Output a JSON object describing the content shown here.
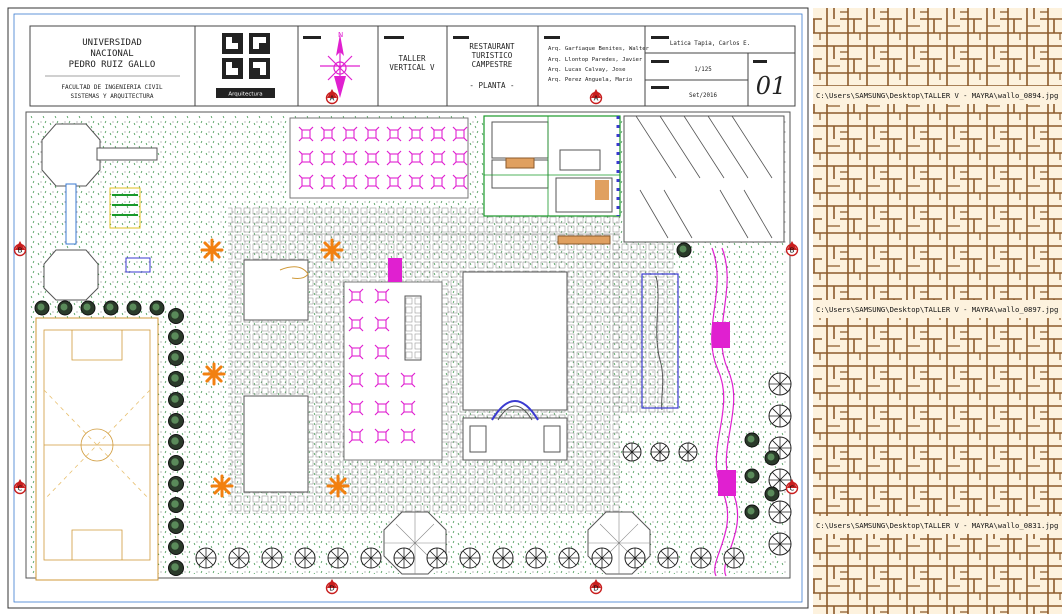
{
  "title_block": {
    "university_line1": "UNIVERSIDAD",
    "university_line2": "NACIONAL",
    "university_line3": "PEDRO RUIZ GALLO",
    "faculty_line1": "FACULTAD DE INGENIERIA CIVIL",
    "faculty_line2": "SISTEMAS Y ARQUITECTURA",
    "logo_caption": "Arquitectura",
    "workshop_line1": "TALLER",
    "workshop_line2": "VERTICAL V",
    "project_line1": "RESTAURANT",
    "project_line2": "TURISTICO",
    "project_line3": "CAMPESTRE",
    "project_sheet": "- PLANTA -",
    "team": [
      "Arq. Garfiaque Benites, Walter",
      "Arq. Llontop Paredes, Javier",
      "Arq. Lucas Calvay, Jose",
      "Arq. Perez Anguela, Mario"
    ],
    "student": "Latica Tapia, Carlos E.",
    "scale": "1/125",
    "date": "Set/2016",
    "sheet_number": "01"
  },
  "texture_paths": [
    "C:\\Users\\SAMSUNG\\Desktop\\TALLER V - MAYRA\\wallo_0894.jpg",
    "C:\\Users\\SAMSUNG\\Desktop\\TALLER V - MAYRA\\wallo_0897.jpg",
    "C:\\Users\\SAMSUNG\\Desktop\\TALLER V - MAYRA\\wallo_0831.jpg"
  ],
  "section_markers": [
    "A",
    "A",
    "B",
    "B",
    "C",
    "C",
    "D",
    "D"
  ],
  "colors": {
    "wood": "#8b5a2b",
    "parchment": "#fdf2de",
    "magenta": "#e020d0",
    "orange": "#f28010",
    "green": "#1a9a2a",
    "red": "#c81e1e"
  }
}
